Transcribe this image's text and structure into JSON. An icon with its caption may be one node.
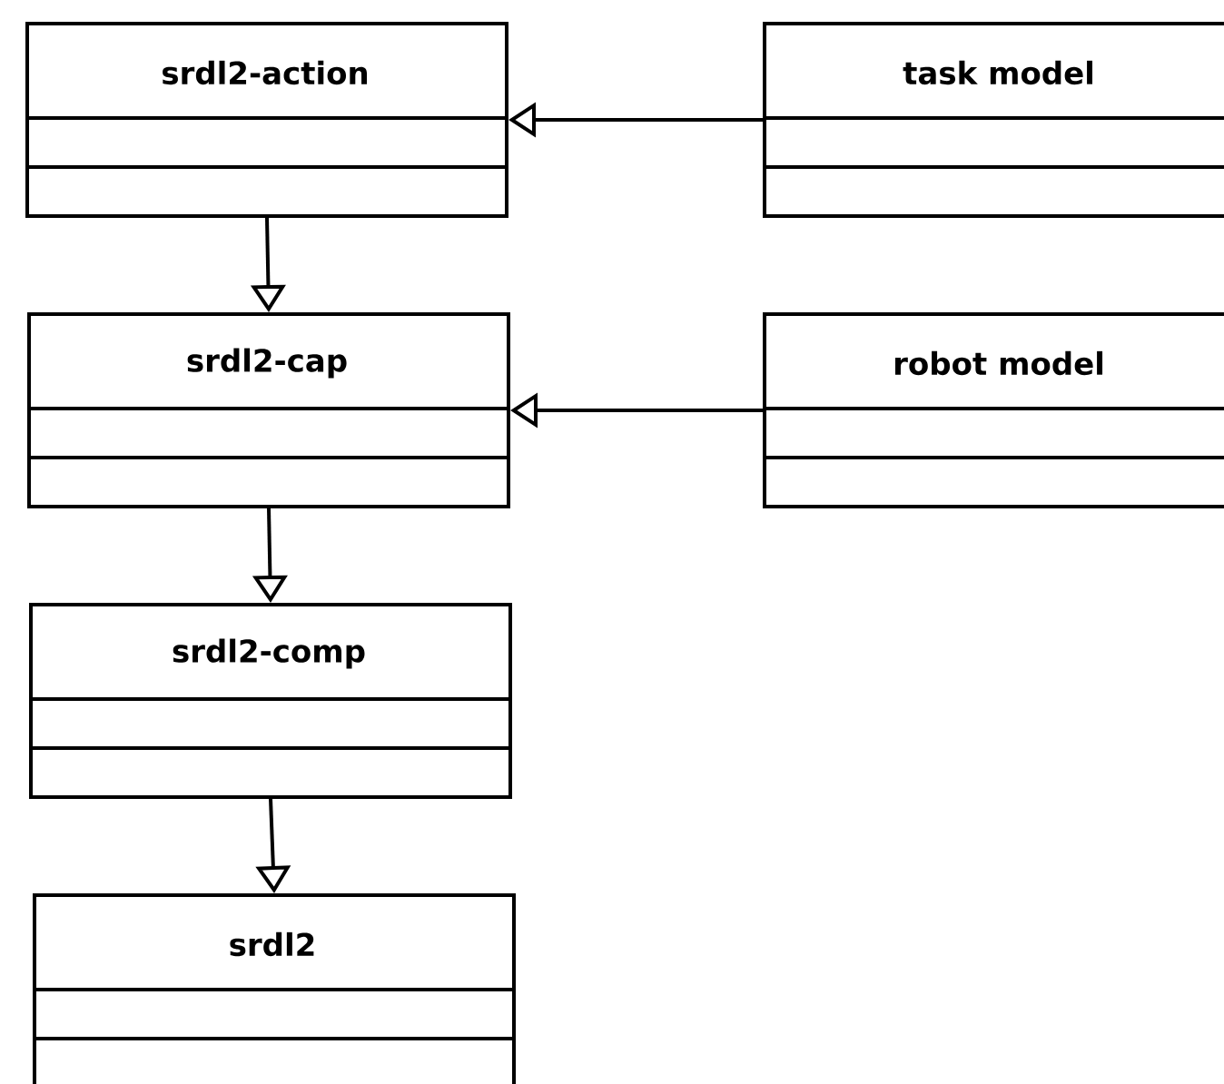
{
  "diagram": {
    "nodes": [
      {
        "text": [
          "srdl2-action"
        ]
      },
      {
        "text": [
          "task model"
        ]
      },
      {
        "text": [
          "srdl2-cap"
        ]
      },
      {
        "text": [
          "robot model"
        ]
      },
      {
        "text": [
          "srdl2-comp"
        ]
      },
      {
        "text": [
          "srdl2"
        ]
      }
    ],
    "edges": [
      {
        "from": 1,
        "to": 0,
        "arrow": "to"
      },
      {
        "from": 0,
        "to": 2,
        "arrow": "to"
      },
      {
        "from": 3,
        "to": 2,
        "arrow": "to"
      },
      {
        "from": 2,
        "to": 4,
        "arrow": "to"
      },
      {
        "from": 4,
        "to": 5,
        "arrow": "to"
      }
    ]
  }
}
